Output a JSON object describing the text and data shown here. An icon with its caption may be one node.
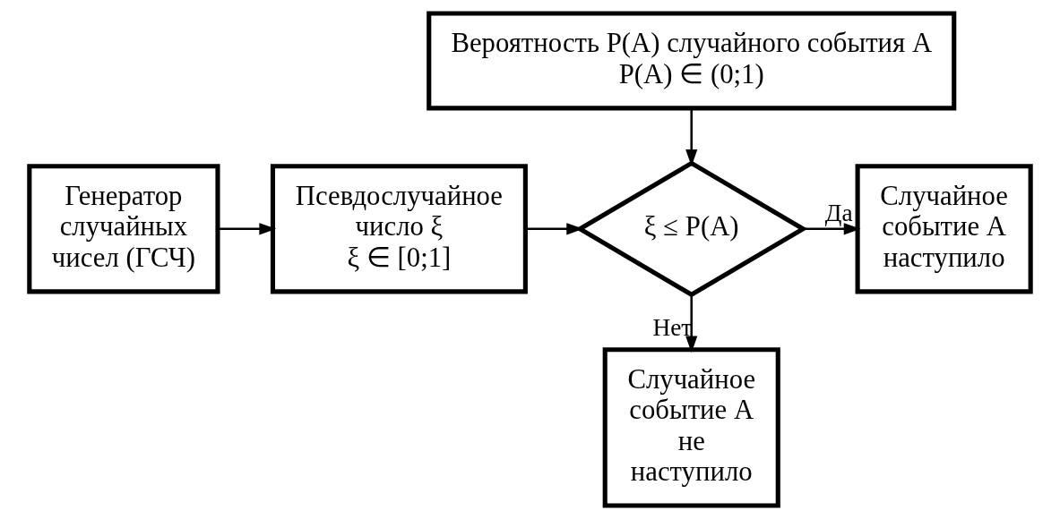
{
  "diagram": {
    "nodes": [
      {
        "text": [
          "Вероятность P(A) случайного события A",
          "P(A) ∈ (0;1)"
        ]
      },
      {
        "text": [
          "Генератор случайных чисел (ГСЧ)"
        ]
      },
      {
        "text": [
          "Псевдослучайное число ξ",
          "ξ ∈ [0;1]"
        ]
      },
      {
        "text": [
          "ξ ≤ P(A)"
        ]
      },
      {
        "text": [
          "Случайное событие A наступило"
        ]
      },
      {
        "text": [
          "Случайное событие A не наступило"
        ]
      }
    ],
    "edges": [
      {
        "from": 0,
        "to": 3,
        "arrow": "to"
      },
      {
        "from": 1,
        "to": 2,
        "arrow": "to"
      },
      {
        "from": 2,
        "to": 3,
        "arrow": "to"
      },
      {
        "from": 3,
        "to": 4,
        "arrow": "to",
        "label": "Да"
      },
      {
        "from": 3,
        "to": 5,
        "arrow": "to",
        "label": "Нет"
      }
    ]
  }
}
